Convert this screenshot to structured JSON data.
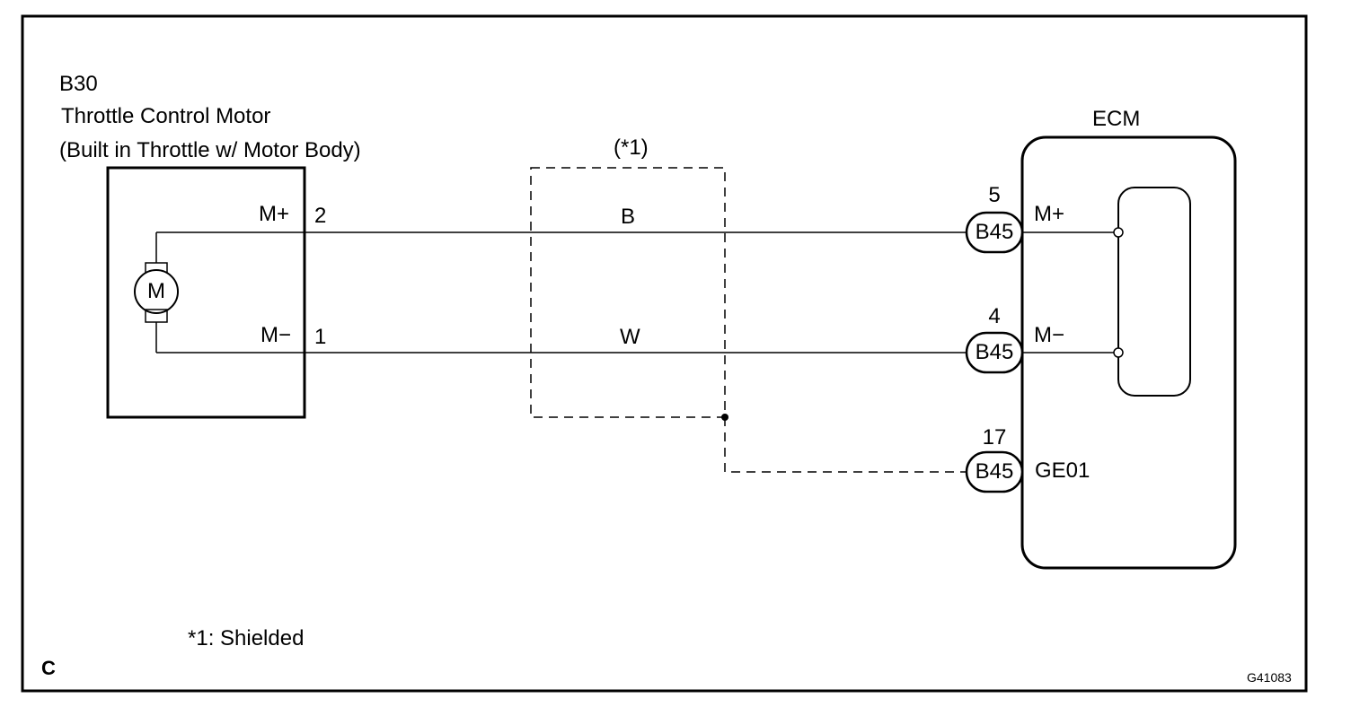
{
  "colors": {
    "line": "#000000",
    "background": "#ffffff"
  },
  "component": {
    "code": "B30",
    "name": "Throttle Control Motor",
    "detail": "(Built in Throttle w/ Motor Body)",
    "motor_symbol": "M",
    "pins": [
      {
        "label": "M+",
        "number": "2"
      },
      {
        "label": "M−",
        "number": "1"
      }
    ]
  },
  "shield": {
    "label": "(*1)"
  },
  "wires": [
    {
      "color": "B"
    },
    {
      "color": "W"
    }
  ],
  "ecm": {
    "title": "ECM",
    "connectors": [
      {
        "pin": "5",
        "connector": "B45",
        "terminal": "M+"
      },
      {
        "pin": "4",
        "connector": "B45",
        "terminal": "M−"
      },
      {
        "pin": "17",
        "connector": "B45",
        "terminal": "GE01"
      }
    ]
  },
  "footnote": "*1: Shielded",
  "corner_letter": "C",
  "figure_code": "G41083"
}
